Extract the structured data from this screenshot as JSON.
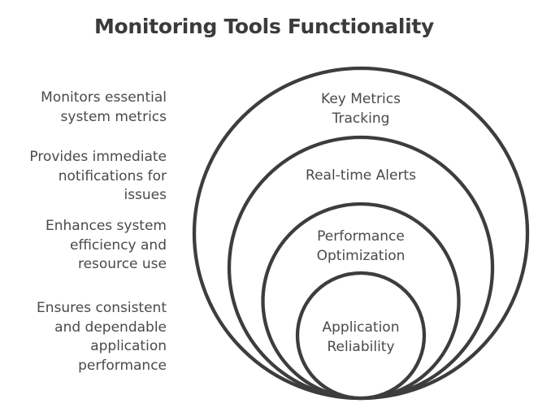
{
  "title": "Monitoring Tools Functionality",
  "colors": {
    "background": "#ffffff",
    "ring_stroke": "#3d3d3d",
    "text": "#4a4a4a",
    "title_text": "#3b3b3b"
  },
  "diagram": {
    "type": "nested-circles",
    "levels": [
      {
        "label": "Key Metrics\nTracking",
        "description": "Monitors essential\nsystem metrics"
      },
      {
        "label": "Real-time Alerts",
        "description": "Provides immediate\nnotifications for\nissues"
      },
      {
        "label": "Performance\nOptimization",
        "description": "Enhances system\nefficiency and\nresource use"
      },
      {
        "label": "Application\nReliability",
        "description": "Ensures consistent\nand dependable\napplication\nperformance"
      }
    ]
  }
}
